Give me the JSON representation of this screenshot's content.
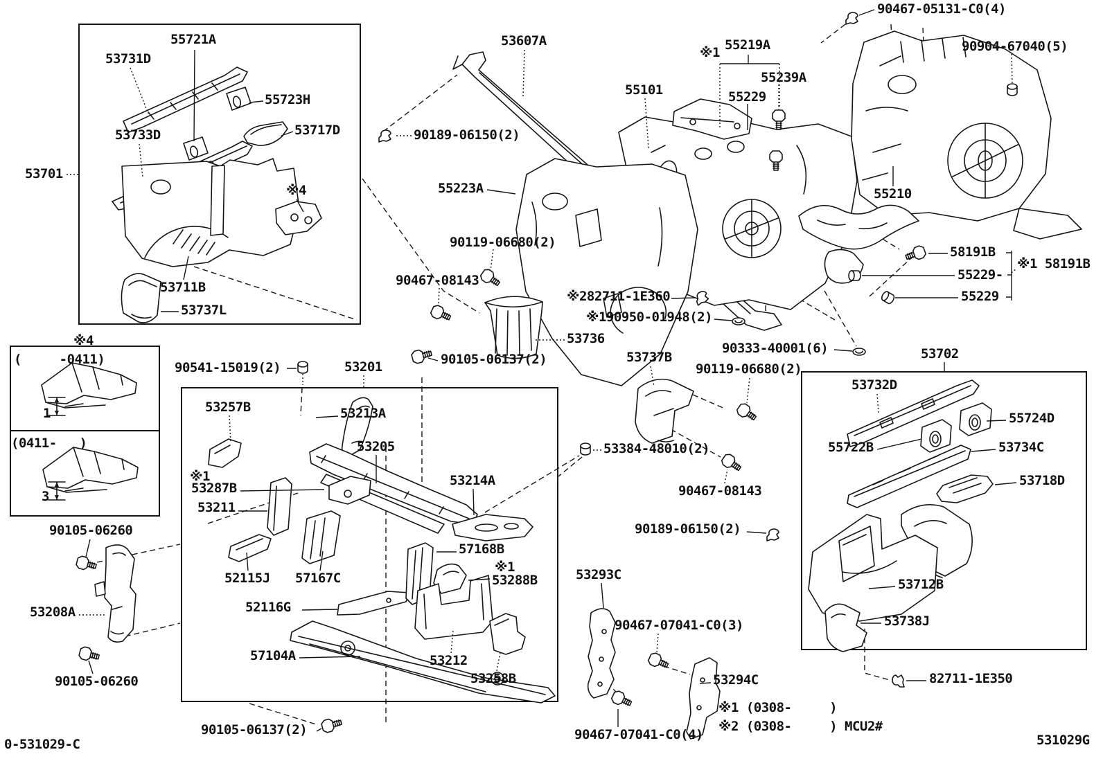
{
  "colors": {
    "ink": "#161616",
    "paper": "#ffffff"
  },
  "diagram": {
    "footer_code_left": "0-531029-C",
    "footer_code_right": "531029G",
    "notes": [
      "※1 (0308-     )",
      "※2 (0308-     ) MCU2#"
    ],
    "variant_box": {
      "header": "※4",
      "top_range": "(     -0411)",
      "top_dimension": "1",
      "bottom_range": "(0411-   )",
      "bottom_dimension": "3"
    }
  },
  "labels": [
    {
      "id": "a53701",
      "text": "53701"
    },
    {
      "id": "a55721A",
      "text": "55721A"
    },
    {
      "id": "a53731D",
      "text": "53731D"
    },
    {
      "id": "a55723H",
      "text": "55723H"
    },
    {
      "id": "a53733D",
      "text": "53733D"
    },
    {
      "id": "a53717D",
      "text": "53717D"
    },
    {
      "id": "x4_inbox",
      "text": "※4"
    },
    {
      "id": "a53711B",
      "text": "53711B"
    },
    {
      "id": "a53737L",
      "text": "53737L"
    },
    {
      "id": "x4_head",
      "text": "※4"
    },
    {
      "id": "range_early",
      "text": "(     -0411)"
    },
    {
      "id": "dim_early",
      "text": "1"
    },
    {
      "id": "range_late",
      "text": "(0411-   )"
    },
    {
      "id": "dim_late",
      "text": "3"
    },
    {
      "id": "a53607A",
      "text": "53607A"
    },
    {
      "id": "a90189_06150_a",
      "text": "90189-06150(2)"
    },
    {
      "id": "a55223A",
      "text": "55223A"
    },
    {
      "id": "a55101",
      "text": "55101"
    },
    {
      "id": "x1_55219",
      "text": "※1"
    },
    {
      "id": "a55219A",
      "text": "55219A"
    },
    {
      "id": "a55239A",
      "text": "55239A"
    },
    {
      "id": "a55229_top",
      "text": "55229"
    },
    {
      "id": "a90467_05131",
      "text": "90467-05131-C0(4)"
    },
    {
      "id": "a90904_67040",
      "text": "90904-67040(5)"
    },
    {
      "id": "a55210",
      "text": "55210"
    },
    {
      "id": "a58191B",
      "text": "58191B"
    },
    {
      "id": "x1_58191B",
      "text": "※1 58191B"
    },
    {
      "id": "a55229_mid",
      "text": "55229-"
    },
    {
      "id": "a55229_low",
      "text": "55229"
    },
    {
      "id": "a90333_40001",
      "text": "90333-40001(6)"
    },
    {
      "id": "x2_82711",
      "text": "※282711-1E360"
    },
    {
      "id": "x1_90950",
      "text": "※190950-01948(2)"
    },
    {
      "id": "a53736",
      "text": "53736"
    },
    {
      "id": "a90119_06680_a",
      "text": "90119-06680(2)"
    },
    {
      "id": "a90467_08143_a",
      "text": "90467-08143"
    },
    {
      "id": "a90541_15019",
      "text": "90541-15019(2)"
    },
    {
      "id": "a53201",
      "text": "53201"
    },
    {
      "id": "a90105_06137_t",
      "text": "90105-06137(2)"
    },
    {
      "id": "a53257B",
      "text": "53257B"
    },
    {
      "id": "a53213A",
      "text": "53213A"
    },
    {
      "id": "a53205",
      "text": "53205"
    },
    {
      "id": "x1_53287",
      "text": "※1"
    },
    {
      "id": "a53287B",
      "text": "53287B"
    },
    {
      "id": "a53211",
      "text": "53211"
    },
    {
      "id": "a53214A",
      "text": "53214A"
    },
    {
      "id": "a52115J",
      "text": "52115J"
    },
    {
      "id": "a57167C",
      "text": "57167C"
    },
    {
      "id": "a52116G",
      "text": "52116G"
    },
    {
      "id": "a57104A",
      "text": "57104A"
    },
    {
      "id": "a57168B",
      "text": "57168B"
    },
    {
      "id": "x1_53288",
      "text": "※1"
    },
    {
      "id": "a53288B",
      "text": "53288B"
    },
    {
      "id": "a53212",
      "text": "53212"
    },
    {
      "id": "a53258B",
      "text": "53258B"
    },
    {
      "id": "a90105_06260_a",
      "text": "90105-06260"
    },
    {
      "id": "a53208A",
      "text": "53208A"
    },
    {
      "id": "a90105_06260_b",
      "text": "90105-06260"
    },
    {
      "id": "a90105_06137_b",
      "text": "90105-06137(2)"
    },
    {
      "id": "code_left",
      "text": "0-531029-C"
    },
    {
      "id": "a53737B",
      "text": "53737B"
    },
    {
      "id": "a90119_06680_b",
      "text": "90119-06680(2)"
    },
    {
      "id": "a53384_48010",
      "text": "53384-48010(2)"
    },
    {
      "id": "a90467_08143_b",
      "text": "90467-08143"
    },
    {
      "id": "a90189_06150_b",
      "text": "90189-06150(2)"
    },
    {
      "id": "a53293C",
      "text": "53293C"
    },
    {
      "id": "a90467_07041_3",
      "text": "90467-07041-C0(3)"
    },
    {
      "id": "a53294C",
      "text": "53294C"
    },
    {
      "id": "note1",
      "text": "※1 (0308-     )"
    },
    {
      "id": "note2",
      "text": "※2 (0308-     ) MCU2#"
    },
    {
      "id": "a90467_07041_4",
      "text": "90467-07041-C0(4)"
    },
    {
      "id": "a53702",
      "text": "53702"
    },
    {
      "id": "a53732D",
      "text": "53732D"
    },
    {
      "id": "a55724D",
      "text": "55724D"
    },
    {
      "id": "a55722B",
      "text": "55722B"
    },
    {
      "id": "a53734C",
      "text": "53734C"
    },
    {
      "id": "a53718D",
      "text": "53718D"
    },
    {
      "id": "a53712B",
      "text": "53712B"
    },
    {
      "id": "a53738J",
      "text": "53738J"
    },
    {
      "id": "a82711_1E350",
      "text": "82711-1E350"
    },
    {
      "id": "code_right",
      "text": "531029G"
    }
  ]
}
